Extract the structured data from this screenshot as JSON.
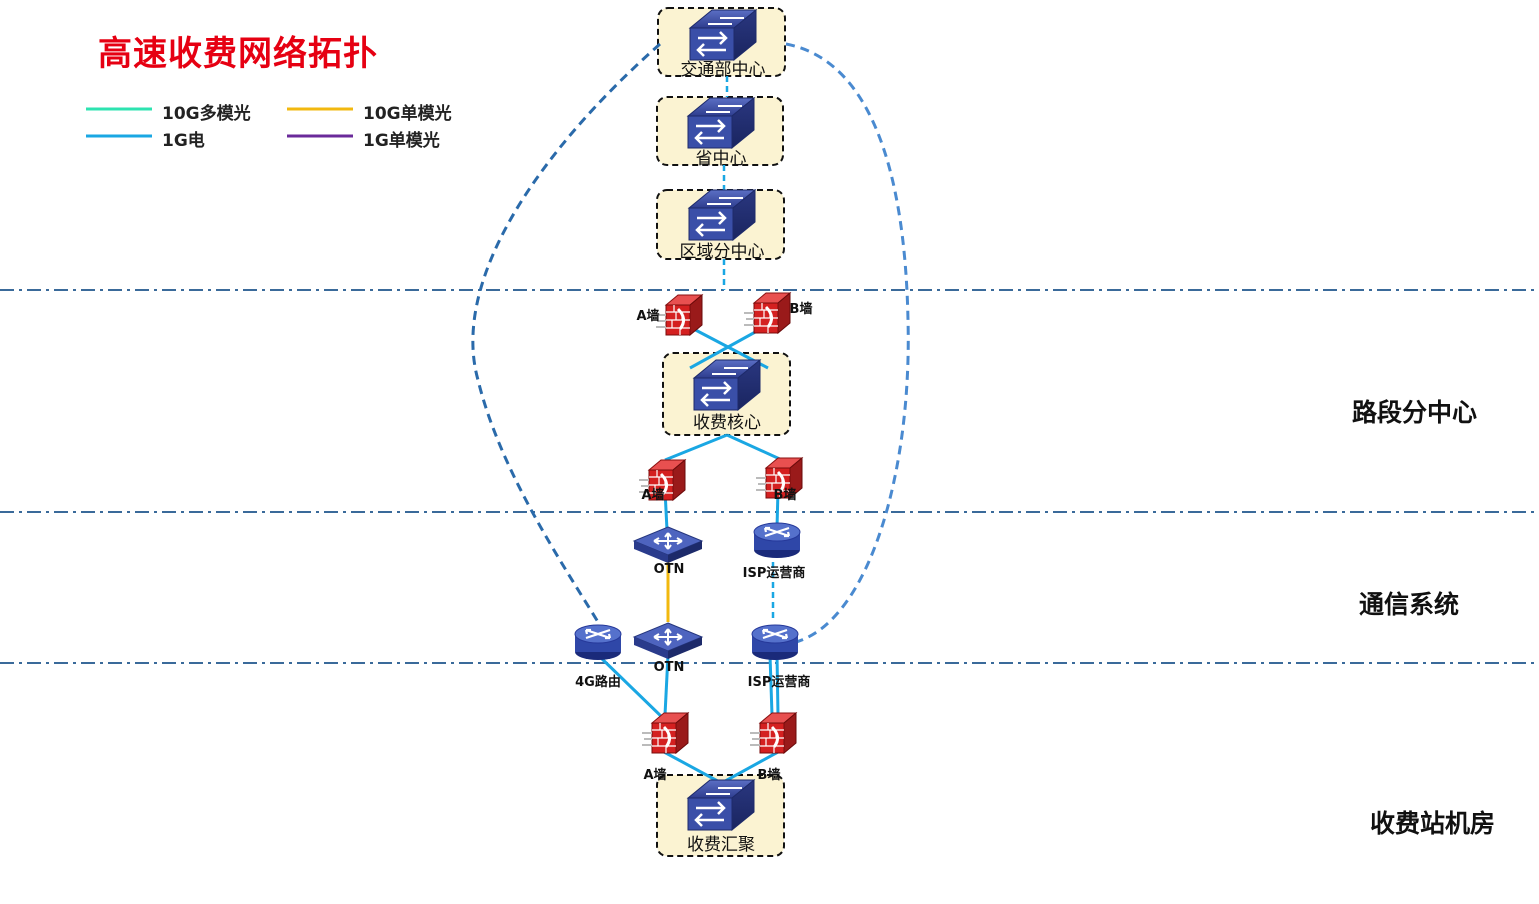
{
  "title": "高速收费网络拓扑",
  "legend": {
    "g10_multi": "10G多模光",
    "g10_single": "10G单模光",
    "g1_elec": "1G电",
    "g1_single": "1G单模光",
    "colors": {
      "g10_multi": "#2de3b0",
      "g10_single": "#f2b80f",
      "g1_elec": "#1aa7e3",
      "g1_single": "#6a2a9a"
    }
  },
  "zones": {
    "road_center": "路段分中心",
    "comm_system": "通信系统",
    "station_room": "收费站机房"
  },
  "nodes": {
    "ministry": "交通部中心",
    "province": "省中心",
    "region": "区域分中心",
    "core": "收费核心",
    "aggregation": "收费汇聚",
    "otn_upper": "OTN",
    "otn_lower": "OTN",
    "isp_upper": "ISP运营商",
    "isp_lower": "ISP运营商",
    "router_4g": "4G路由",
    "fw_a1": "A墙",
    "fw_b1": "B墙",
    "fw_a2": "A墙",
    "fw_b2": "B墙",
    "fw_a3": "A墙",
    "fw_b3": "B墙"
  }
}
